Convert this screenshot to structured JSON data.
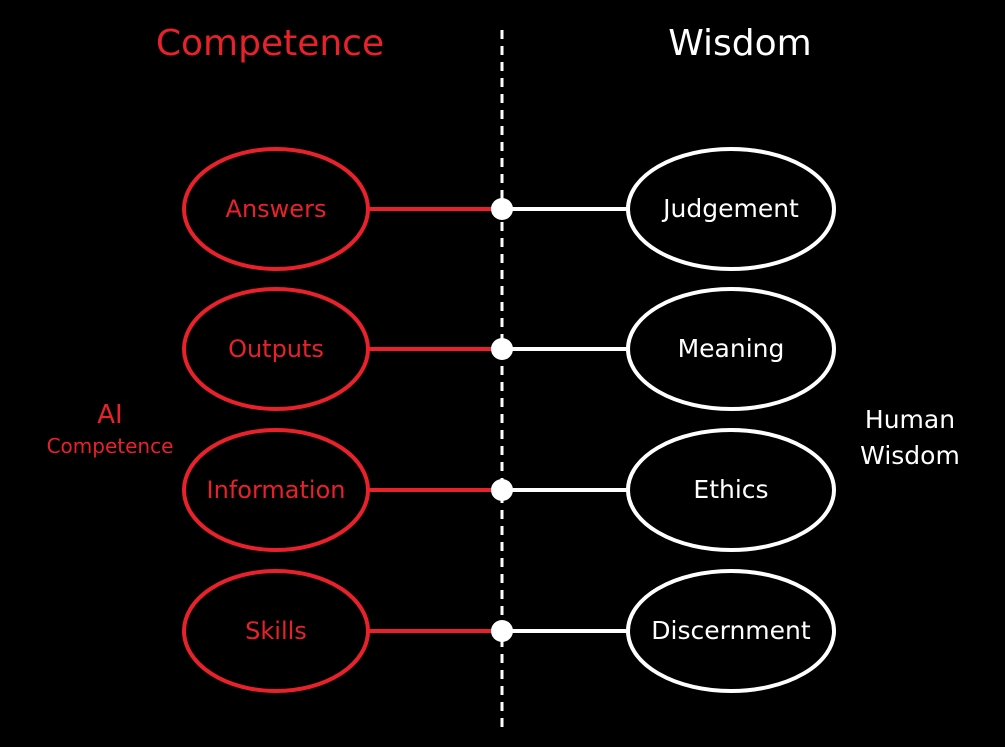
{
  "titles": {
    "left": "Competence",
    "right": "Wisdom"
  },
  "side_labels": {
    "ai_line1": "AI",
    "ai_line2": "Competence",
    "human_line1": "Human",
    "human_line2": "Wisdom"
  },
  "rows": [
    {
      "competence": "Answers",
      "wisdom": "Judgement"
    },
    {
      "competence": "Outputs",
      "wisdom": "Meaning"
    },
    {
      "competence": "Information",
      "wisdom": "Ethics"
    },
    {
      "competence": "Skills",
      "wisdom": "Discernment"
    }
  ],
  "colors": {
    "background": "#000000",
    "competence": "#e8212a",
    "wisdom": "#ffffff"
  }
}
